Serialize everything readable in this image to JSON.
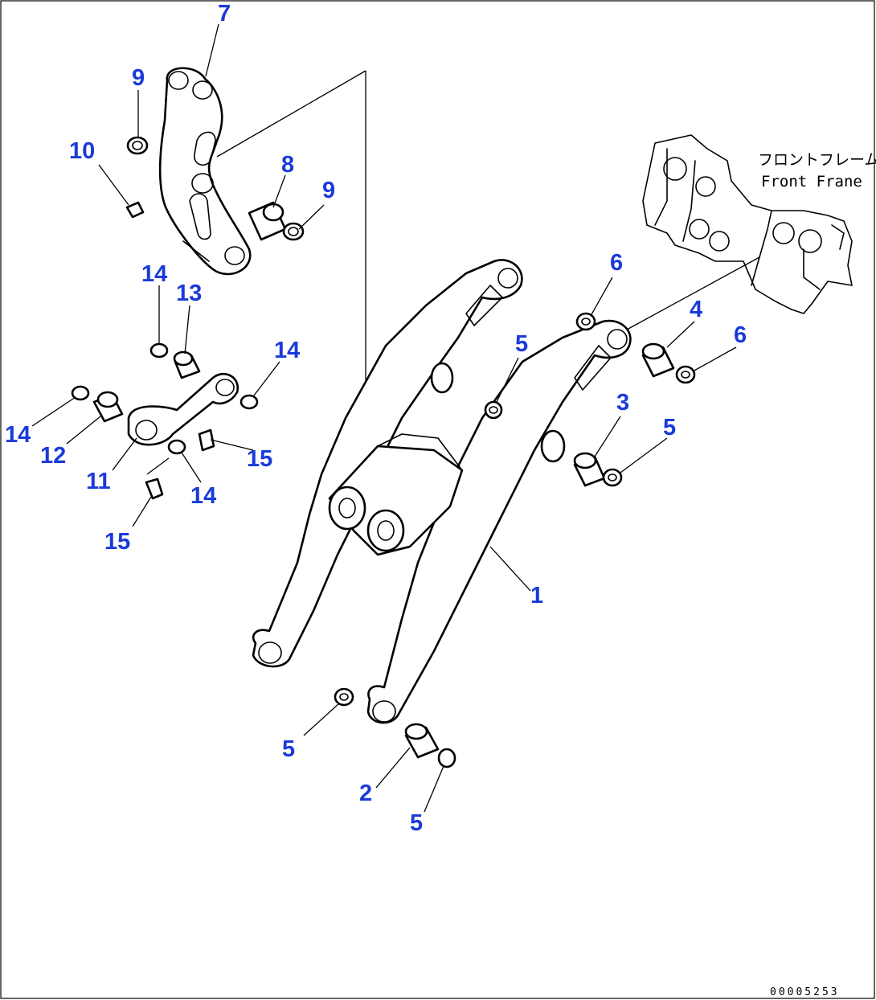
{
  "callouts": {
    "c1": "1",
    "c2": "2",
    "c3": "3",
    "c4": "4",
    "c5a": "5",
    "c5b": "5",
    "c5c": "5",
    "c5d": "5",
    "c6a": "6",
    "c6b": "6",
    "c7": "7",
    "c8": "8",
    "c9a": "9",
    "c9b": "9",
    "c10": "10",
    "c11": "11",
    "c12": "12",
    "c13": "13",
    "c14a": "14",
    "c14b": "14",
    "c14c": "14",
    "c14d": "14",
    "c15a": "15",
    "c15b": "15"
  },
  "front_frame": {
    "label_jp": "フロントフレーム",
    "label_en": "Front Frane"
  },
  "drawing_code": "00005253",
  "colors": {
    "callout": "#1a3bd9",
    "line": "#000000",
    "background": "#ffffff"
  }
}
